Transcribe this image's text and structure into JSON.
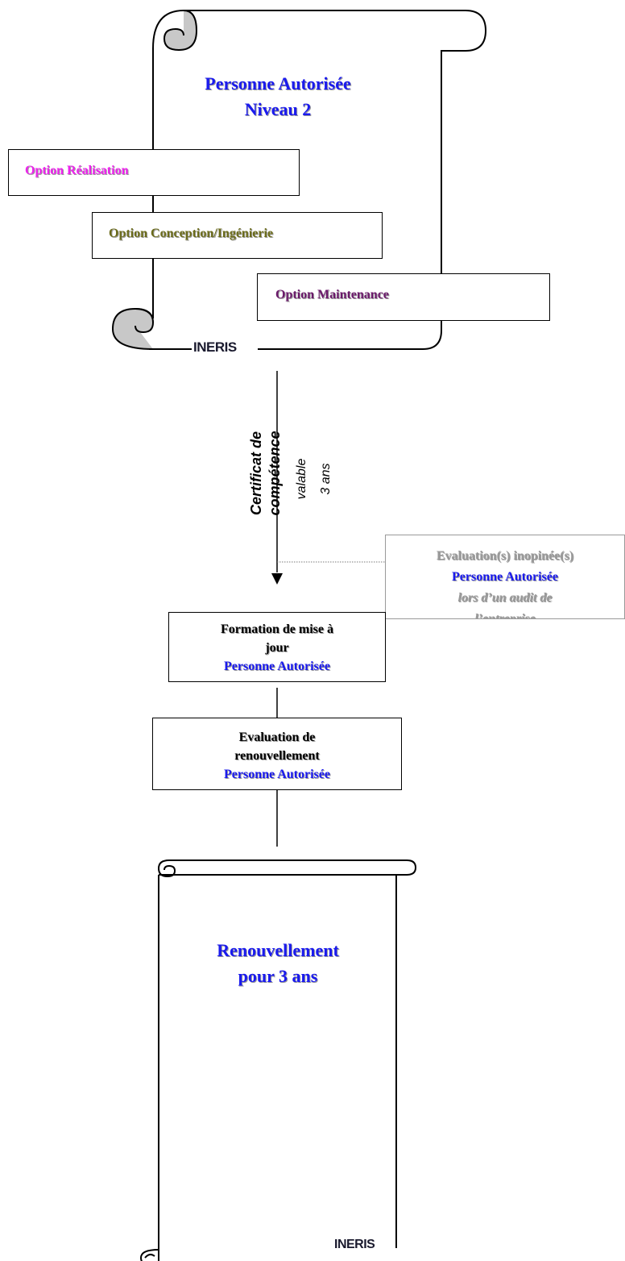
{
  "top_scroll": {
    "title_line1": "Personne Autorisée",
    "title_line2": "Niveau 2",
    "logo": "INERIS"
  },
  "options": [
    {
      "label": "Option Réalisation",
      "color": "#ee22ee"
    },
    {
      "label": "Option Conception/Ingénierie",
      "color": "#6b6b1a"
    },
    {
      "label": "Option Maintenance",
      "color": "#6b1a6b"
    }
  ],
  "certificate": {
    "line1": "Certificat de",
    "line2": "compétence",
    "line3": "valable",
    "line4": "3 ans"
  },
  "audit_box": {
    "line1": "Evaluation(s)  inopinée(s)",
    "line2": "Personne Autorisée",
    "line3": "lors d’un audit de",
    "line4": "l’entreprise"
  },
  "update_box": {
    "line1": "Formation de mise à",
    "line2": "jour",
    "line3": "Personne Autorisée"
  },
  "renewal_eval_box": {
    "line1": "Evaluation de",
    "line2": "renouvellement",
    "line3": "Personne Autorisée"
  },
  "bottom_scroll": {
    "title_line1": "Renouvellement",
    "title_line2": "pour 3 ans",
    "logo": "INERIS"
  },
  "colors": {
    "blue": "#1a1aee",
    "gray_text": "#9a9a9a",
    "black": "#000000",
    "curl_fill": "#c8c8c8"
  },
  "icons": [
    "scroll-curl-icon",
    "arrow-down-icon"
  ]
}
